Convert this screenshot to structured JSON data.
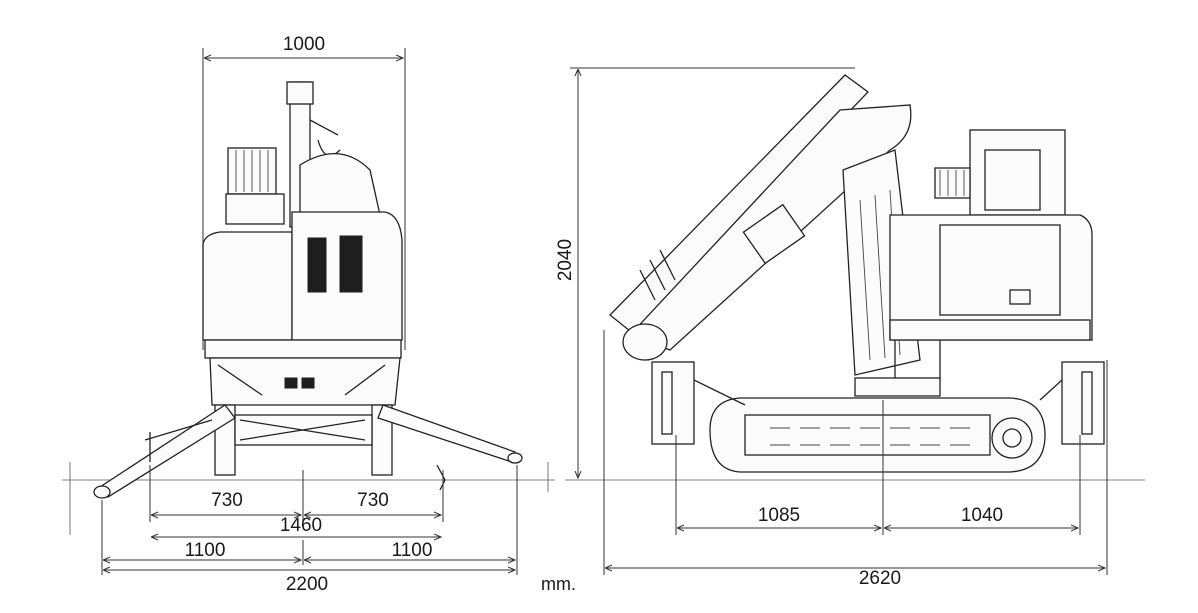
{
  "front_view": {
    "overall_width_top": "1000",
    "outrigger_left": "730",
    "outrigger_right": "730",
    "outrigger_span": "1460",
    "half_left": "1100",
    "half_right": "1100",
    "total_span": "2200"
  },
  "side_view": {
    "height": "2040",
    "segment_left": "1085",
    "segment_right": "1040",
    "total_length": "2620"
  },
  "units": "mm."
}
